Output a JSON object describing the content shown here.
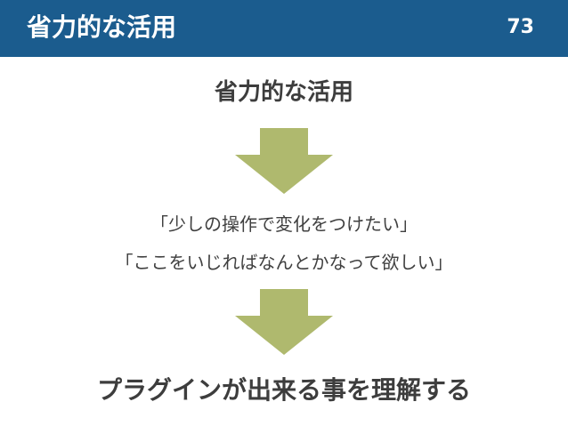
{
  "header": {
    "title": "省力的な活用",
    "slide_number": "73"
  },
  "content": {
    "heading": "省力的な活用",
    "quotes": [
      "「少しの操作で変化をつけたい」",
      "「ここをいじればなんとかなって欲しい」"
    ],
    "conclusion": "プラグインが出来る事を理解する"
  },
  "colors": {
    "header_background": "#1b5c8e",
    "arrow": "#afb96e",
    "text": "#3d3d3d"
  },
  "icons": [
    "down-arrow-icon",
    "down-arrow-icon"
  ]
}
